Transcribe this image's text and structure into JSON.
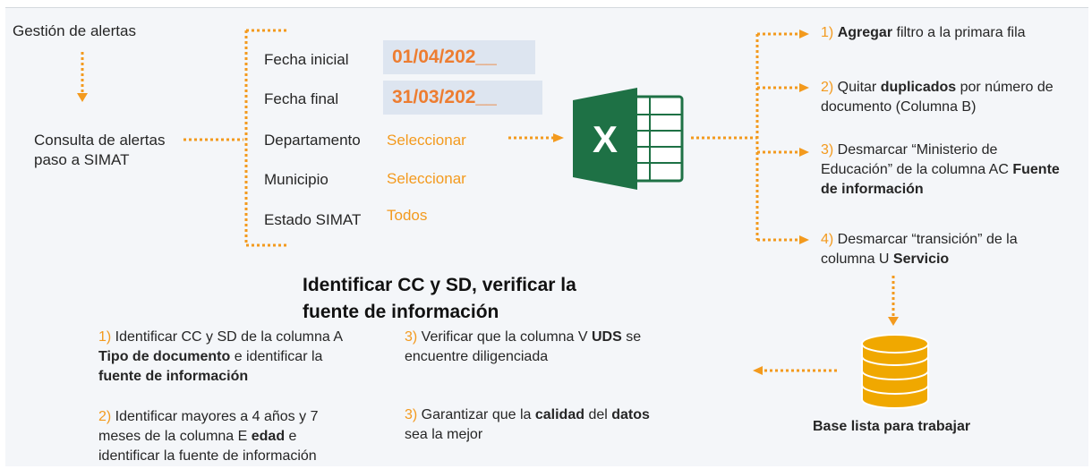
{
  "left": {
    "gestion": "Gestión de alertas",
    "consulta_l1": "Consulta de alertas",
    "consulta_l2": "paso a SIMAT"
  },
  "form": {
    "fecha_inicial_label": "Fecha inicial",
    "fecha_inicial_value": "01/04/202__",
    "fecha_final_label": "Fecha final",
    "fecha_final_value": "31/03/202__",
    "departamento_label": "Departamento",
    "departamento_value": "Seleccionar",
    "municipio_label": "Municipio",
    "municipio_value": "Seleccionar",
    "estado_label": "Estado SIMAT",
    "estado_value": "Todos"
  },
  "steps_right": {
    "s1": {
      "num": "1)",
      "b": "Agregar",
      "t": " filtro a la primara fila"
    },
    "s2": {
      "num": "2)",
      "a": " Quitar ",
      "b": "duplicados",
      "c": " por número de",
      "l2": "documento (Columna B)"
    },
    "s3": {
      "num": "3)",
      "a": " Desmarcar “Ministerio de",
      "l2a": "Educación” de la columna AC ",
      "l2b": "Fuente",
      "l3": "de información"
    },
    "s4": {
      "num": "4)",
      "a": " Desmarcar “transición” de la",
      "l2a": "columna U ",
      "l2b": "Servicio"
    }
  },
  "base_label": "Base lista para trabajar",
  "bottom": {
    "title_l1": "Identificar CC y SD, verificar la",
    "title_l2": "fuente de información",
    "b1": {
      "num": "1)",
      "a": " Identificar CC y SD de la columna A",
      "l2b": "Tipo de documento",
      "l2a": "  e identificar la",
      "l3": "fuente de información"
    },
    "b2": {
      "num": "2)",
      "a": " Identificar mayores a 4 años y 7",
      "l2a": "meses de la columna E ",
      "l2b": "edad",
      "l2c": "  e",
      "l3": "identificar la fuente de información"
    },
    "b3": {
      "num": "3)",
      "a": " Verificar que la columna V ",
      "b": "UDS",
      "c": " se",
      "l2": "encuentre diligenciada"
    },
    "b4": {
      "num": "3)",
      "a": " Garantizar que la ",
      "b": "calidad",
      "c": " del ",
      "d": "datos",
      "l2": "sea la mejor"
    }
  },
  "colors": {
    "accent": "#f39a1e",
    "value": "#ed7d31",
    "excel": "#1e7145",
    "field_bg": "#dde5f0"
  },
  "icons": [
    "excel-icon",
    "database-icon"
  ]
}
